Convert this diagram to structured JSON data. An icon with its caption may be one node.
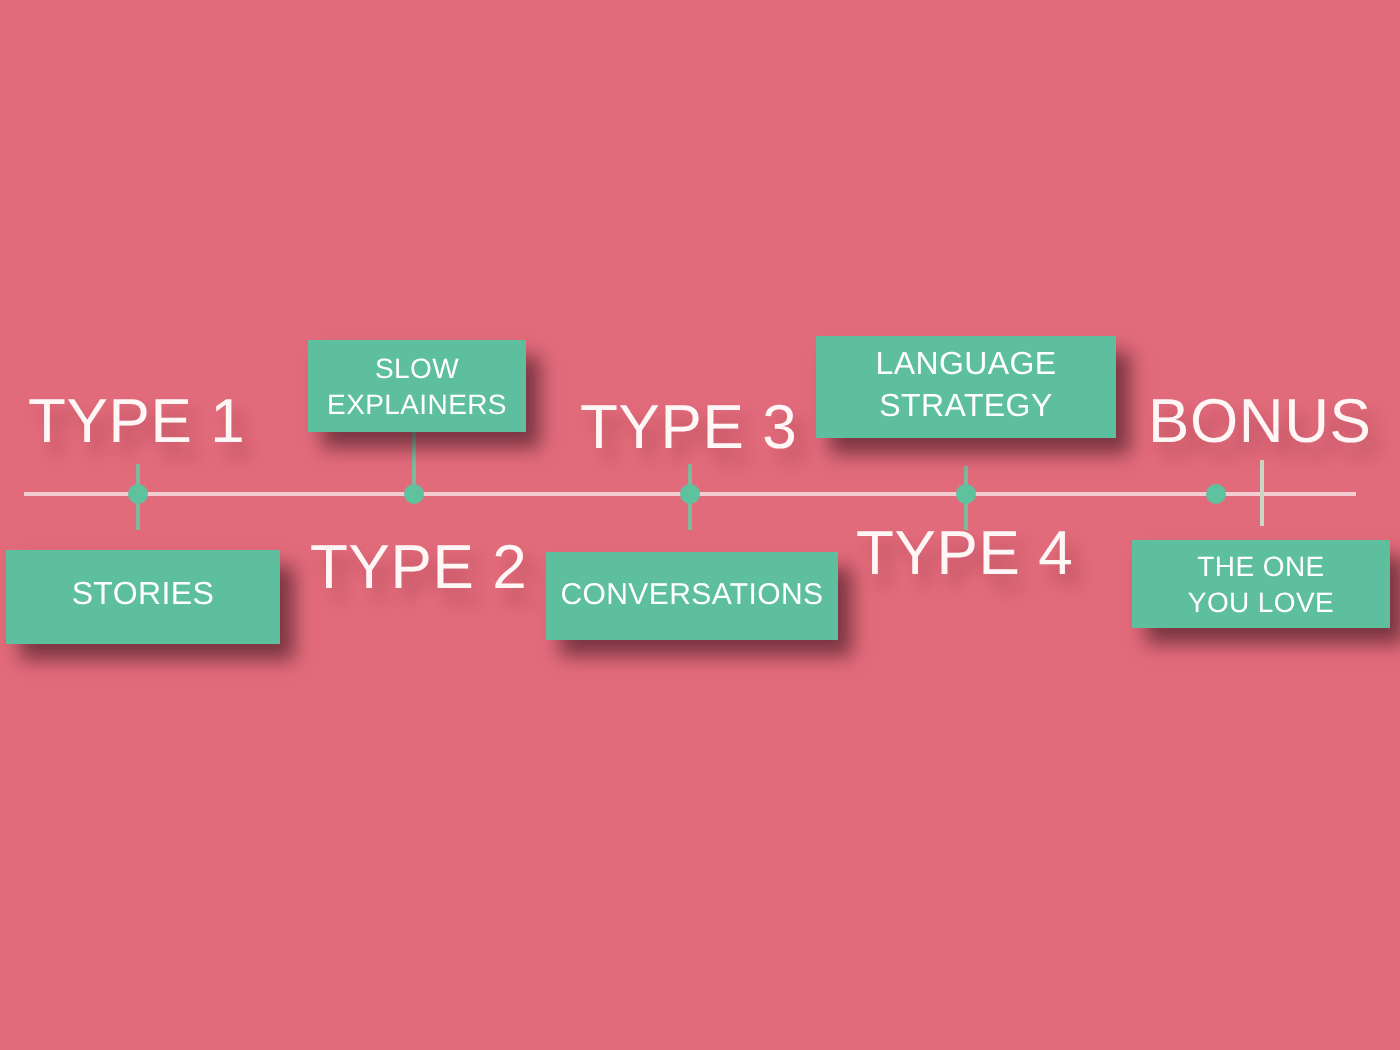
{
  "diagram": {
    "nodes": [
      {
        "text": [
          "STORIES"
        ]
      },
      {
        "text": [
          "SLOW EXPLAINERS"
        ]
      },
      {
        "text": [
          "CONVERSATIONS"
        ]
      },
      {
        "text": [
          "LANGUAGE STRATEGY"
        ]
      },
      {
        "text": [
          "THE ONE YOU LOVE"
        ]
      },
      {
        "text": [],
        "shape": "circle"
      },
      {
        "text": [],
        "shape": "circle"
      },
      {
        "text": [],
        "shape": "circle"
      },
      {
        "text": [],
        "shape": "circle"
      },
      {
        "text": [],
        "shape": "circle"
      }
    ],
    "edges": [
      {
        "from": 1,
        "to": 6,
        "arrow": "none"
      }
    ],
    "labels": [
      "TYPE 1",
      "TYPE 2",
      "TYPE 3",
      "TYPE 4",
      "BONUS"
    ]
  }
}
